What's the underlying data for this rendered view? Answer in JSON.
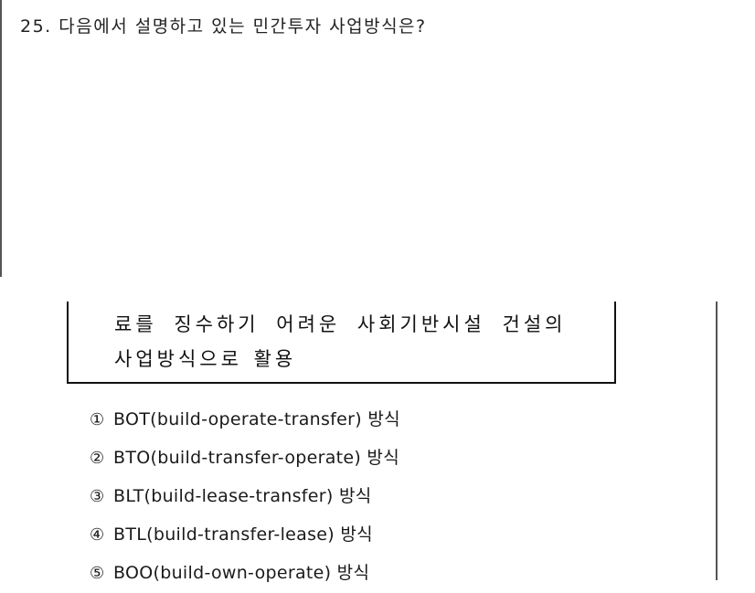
{
  "question": {
    "number": "25.",
    "title": "25. 다음에서 설명하고 있는 민간투자 사업방식은?"
  },
  "passage": {
    "lines": [
      "료를 징수하기 어려운 사회기반시설 건설의",
      "사업방식으로 활용"
    ]
  },
  "options": [
    {
      "number": "①",
      "text": "BOT(build-operate-transfer) 방식"
    },
    {
      "number": "②",
      "text": "BTO(build-transfer-operate) 방식"
    },
    {
      "number": "③",
      "text": "BLT(build-lease-transfer) 방식"
    },
    {
      "number": "④",
      "text": "BTL(build-transfer-lease) 방식"
    },
    {
      "number": "⑤",
      "text": "BOO(build-own-operate) 방식"
    }
  ]
}
